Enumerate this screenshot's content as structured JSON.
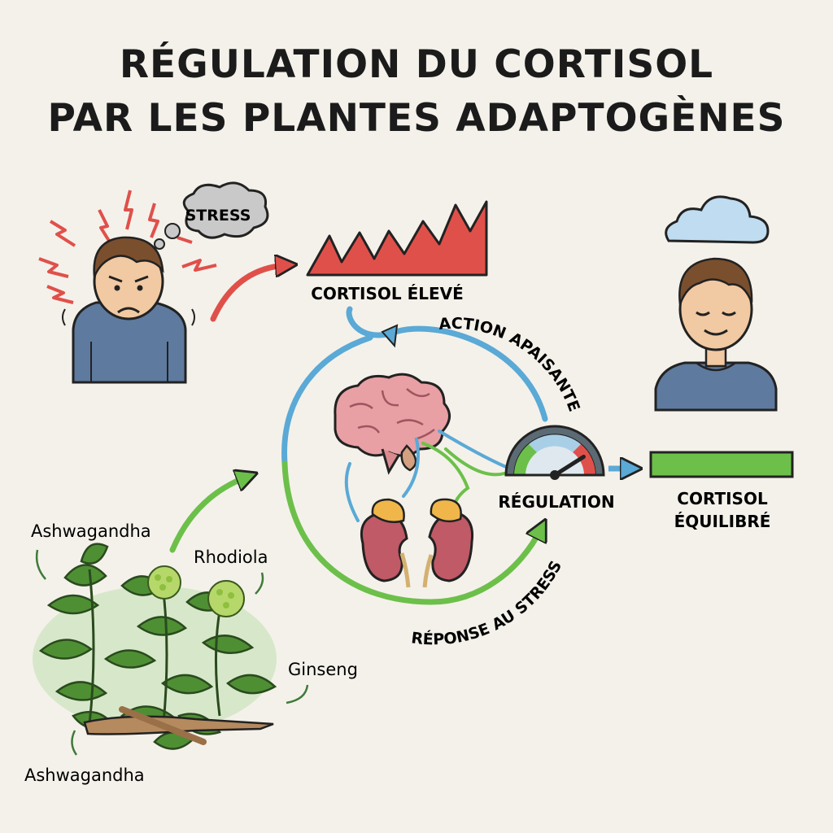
{
  "title": {
    "line1": "RÉGULATION DU CORTISOL",
    "line2": "PAR LES PLANTES ADAPTOGÈNES"
  },
  "stress_bubble": "STRESS",
  "labels": {
    "cortisol_high": "CORTISOL ÉLEVÉ",
    "calming_action": "ACTION APAISANTE",
    "regulation": "RÉGULATION",
    "stress_response": "RÉPONSE AU STRESS",
    "cortisol_balanced_1": "CORTISOL",
    "cortisol_balanced_2": "ÉQUILIBRÉ"
  },
  "plants": [
    "Ashwagandha",
    "Rhodiola",
    "Ginseng",
    "Ashwagandha"
  ],
  "gauge_level": 0.82,
  "colors": {
    "cortisol_high": "#e0504a",
    "cortisol_balanced": "#6cc04a",
    "calm_arrow": "#5aa9d6",
    "stress_arrow": "#6cc04a",
    "shirt": "#5e7a9e",
    "cloud_calm": "#bfdcf0",
    "cloud_stress": "#c9c9c9"
  }
}
